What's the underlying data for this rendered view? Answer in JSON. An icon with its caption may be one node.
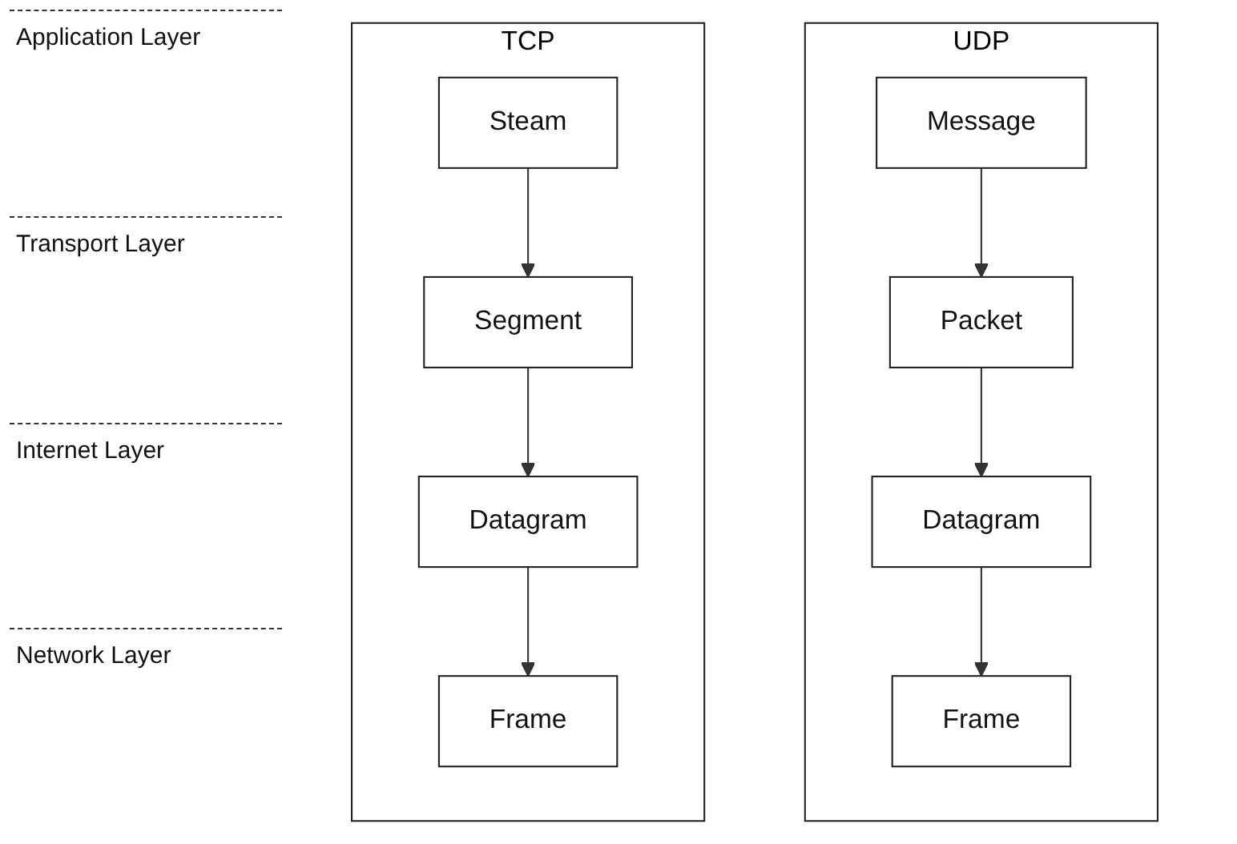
{
  "diagram": {
    "nodes": [
      {
        "text": [
          "TCP"
        ]
      },
      {
        "text": [
          "Steam"
        ],
        "in": 0
      },
      {
        "text": [
          "Segment"
        ],
        "in": 0
      },
      {
        "text": [
          "Datagram"
        ],
        "in": 0
      },
      {
        "text": [
          "Frame"
        ],
        "in": 0
      },
      {
        "text": [
          "UDP"
        ]
      },
      {
        "text": [
          "Message"
        ],
        "in": 5
      },
      {
        "text": [
          "Packet"
        ],
        "in": 5
      },
      {
        "text": [
          "Datagram"
        ],
        "in": 5
      },
      {
        "text": [
          "Frame"
        ],
        "in": 5
      }
    ],
    "edges": [
      {
        "from": 1,
        "to": 2,
        "arrow": "to"
      },
      {
        "from": 2,
        "to": 3,
        "arrow": "to"
      },
      {
        "from": 3,
        "to": 4,
        "arrow": "to"
      },
      {
        "from": 6,
        "to": 7,
        "arrow": "to"
      },
      {
        "from": 7,
        "to": 8,
        "arrow": "to"
      },
      {
        "from": 8,
        "to": 9,
        "arrow": "to"
      }
    ],
    "labels": [
      "Application Layer",
      "Transport Layer",
      "Internet Layer",
      "Network Layer"
    ]
  }
}
